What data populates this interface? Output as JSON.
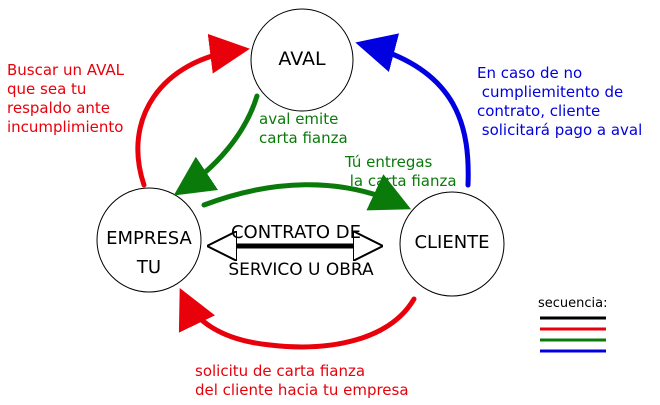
{
  "nodes": {
    "aval": "AVAL",
    "empresa": "EMPRESA\nTU",
    "cliente": "CLIENTE"
  },
  "contract": {
    "line1": "CONTRATO DE",
    "line2": "SERVICO U OBRA"
  },
  "labels": {
    "buscar_aval": "Buscar un AVAL\nque sea tu\nrespaldo ante\nincumplimiento",
    "en_caso": "En caso de no\n cumpliemitento de\ncontrato, cliente\n solicitará pago a aval",
    "aval_emite": "aval emite\ncarta fianza",
    "tu_entregas": "Tú entregas\n la carta fianza",
    "solicitud": "solicitu de carta fianza\ndel cliente hacia tu empresa"
  },
  "legend": {
    "title": "secuencia:",
    "colors": [
      "#000000",
      "#e8000b",
      "#0a7a0a",
      "#0000e0"
    ]
  },
  "colors": {
    "red": "#e8000b",
    "blue": "#0000e0",
    "green": "#0a7a0a",
    "black": "#000000"
  }
}
